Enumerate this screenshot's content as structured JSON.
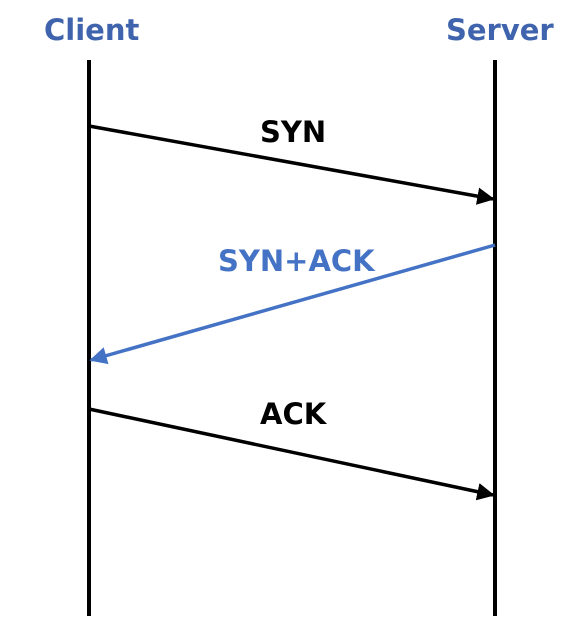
{
  "actors": {
    "client": "Client",
    "server": "Server"
  },
  "messages": [
    {
      "label": "SYN",
      "from": "client",
      "to": "server",
      "color": "#000000"
    },
    {
      "label": "SYN+ACK",
      "from": "server",
      "to": "client",
      "color": "#4472c4"
    },
    {
      "label": "ACK",
      "from": "client",
      "to": "server",
      "color": "#000000"
    }
  ],
  "colors": {
    "actor_label": "#3f64ad",
    "lifeline": "#000000",
    "highlight": "#4472c4"
  }
}
